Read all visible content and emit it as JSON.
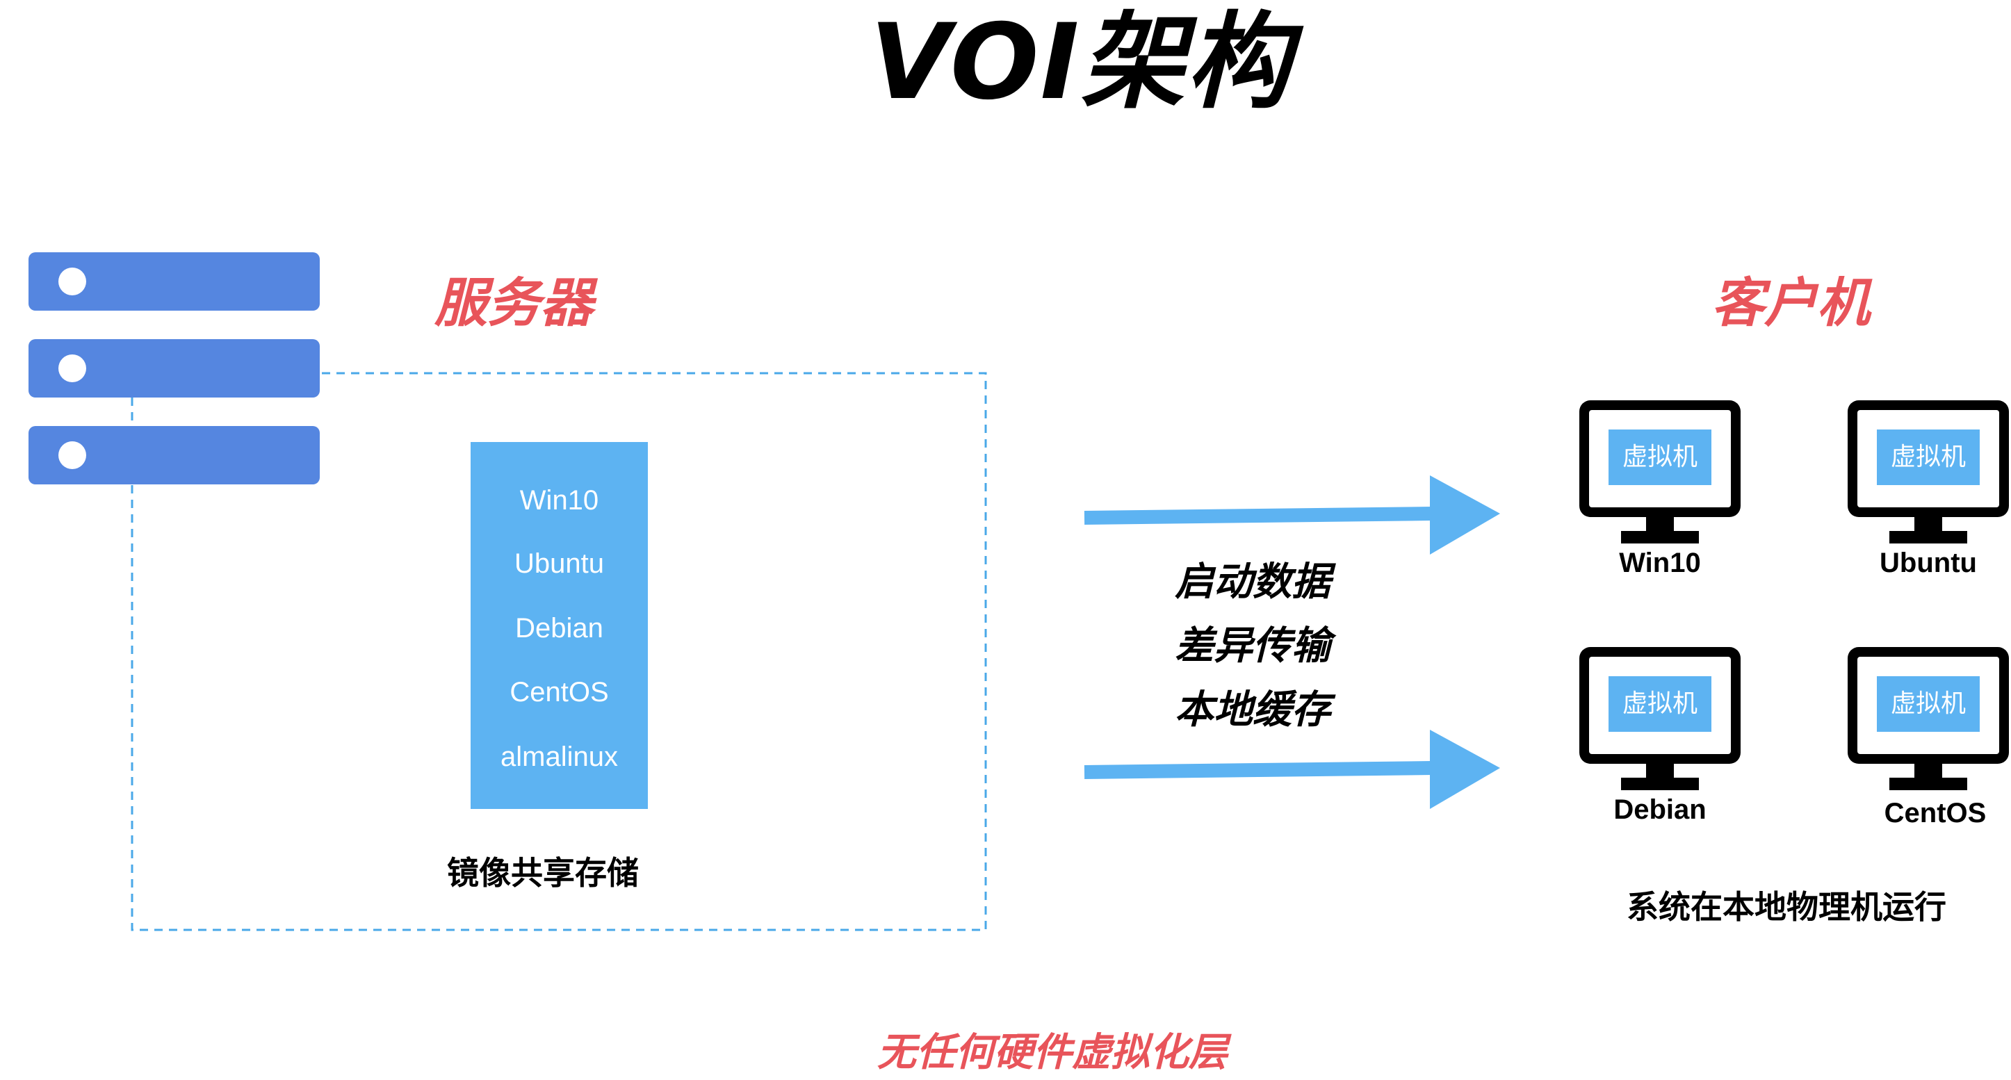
{
  "title": "VOI架构",
  "server": {
    "heading": "服务器",
    "images": [
      "Win10",
      "Ubuntu",
      "Debian",
      "CentOS",
      "almalinux"
    ],
    "storage_caption": "镜像共享存储"
  },
  "transfer": {
    "lines": [
      "启动数据",
      "差异传输",
      "本地缓存"
    ]
  },
  "client": {
    "heading": "客户机",
    "vm_label": "虚拟机",
    "machines": [
      "Win10",
      "Ubuntu",
      "Debian",
      "CentOS"
    ],
    "caption": "系统在本地物理机运行"
  },
  "footer": "无任何硬件虚拟化层",
  "colors": {
    "accent_red": "#e8545a",
    "server_blue": "#5586e0",
    "light_blue": "#5db3f2",
    "dash_blue": "#4aa8e8"
  }
}
